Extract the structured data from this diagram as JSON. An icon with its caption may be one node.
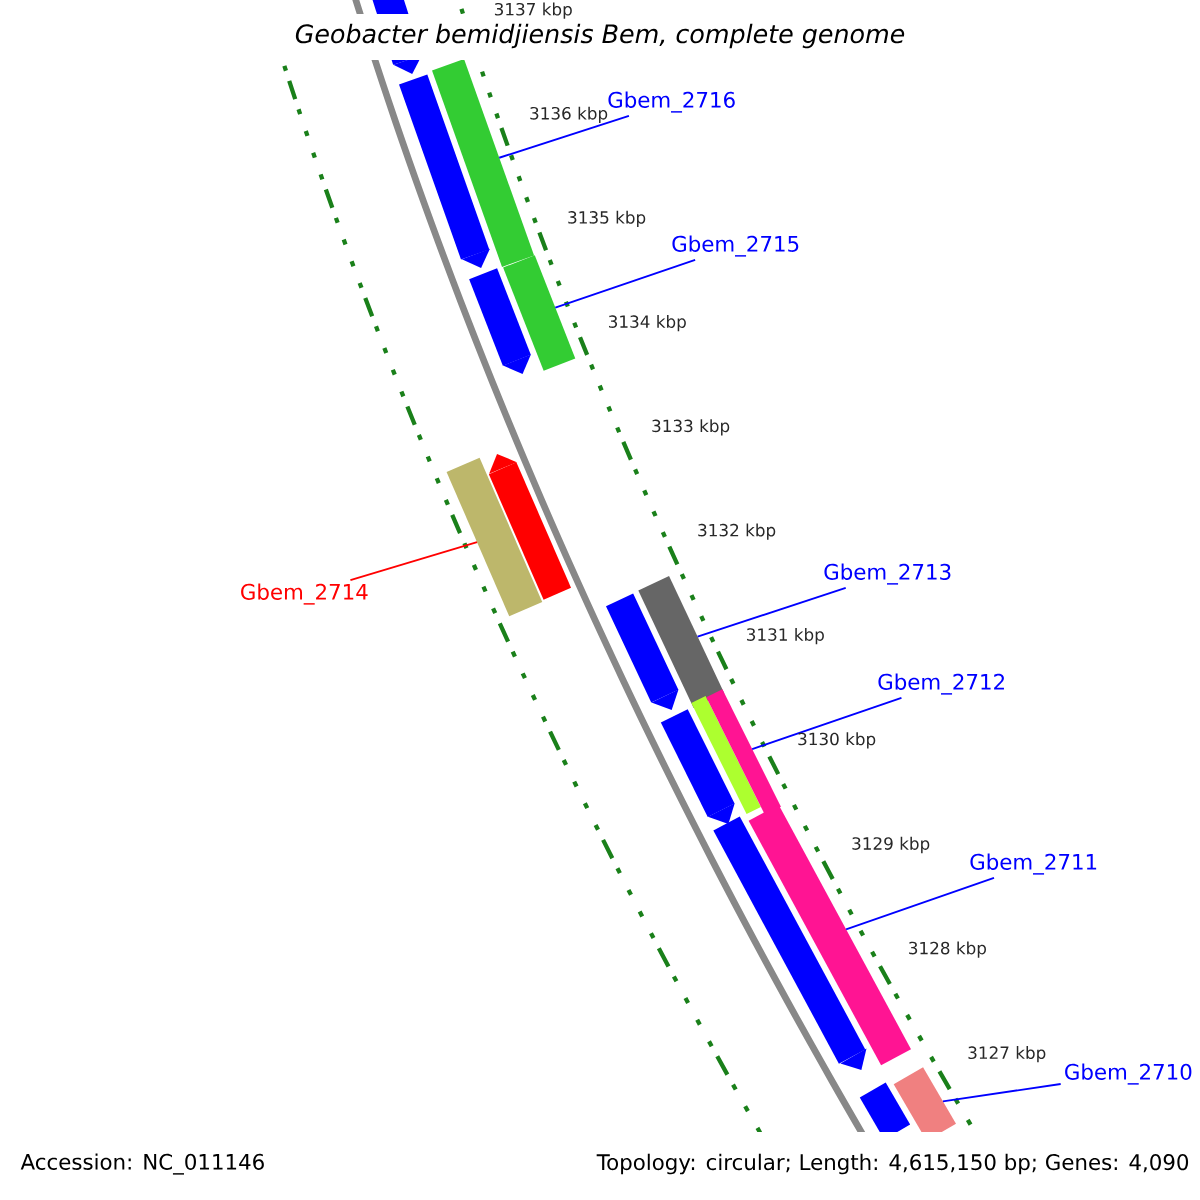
{
  "diagram": {
    "title": "Geobacter bemidjiensis Bem, complete genome",
    "nodes": [
      {
        "text": [],
        "shape": "bar"
      },
      {
        "text": [],
        "shape": "bar"
      },
      {
        "text": [],
        "shape": "bar"
      },
      {
        "text": [],
        "shape": "bar"
      },
      {
        "text": [],
        "shape": "bar"
      },
      {
        "text": [],
        "shape": "bar"
      },
      {
        "text": [],
        "shape": "bar"
      },
      {
        "text": [],
        "shape": "bar"
      },
      {
        "text": [],
        "shape": "bar"
      },
      {
        "text": [],
        "shape": "bar"
      },
      {
        "text": [],
        "shape": "bar"
      },
      {
        "text": [],
        "shape": "bar"
      },
      {
        "text": [],
        "shape": "bar"
      },
      {
        "text": [],
        "shape": "bar"
      },
      {
        "text": [],
        "shape": "bar"
      },
      {
        "text": [],
        "shape": "bar"
      },
      {
        "text": [
          "Gbem_2716"
        ]
      },
      {
        "text": [
          "Gbem_2715"
        ]
      },
      {
        "text": [
          "Gbem_2714"
        ]
      },
      {
        "text": [
          "Gbem_2713"
        ]
      },
      {
        "text": [
          "Gbem_2712"
        ]
      },
      {
        "text": [
          "Gbem_2711"
        ]
      },
      {
        "text": [
          "Gbem_2710"
        ]
      }
    ],
    "edges": [
      {
        "from": 16,
        "to": 1,
        "arrow": "none"
      },
      {
        "from": 17,
        "to": 3,
        "arrow": "none"
      },
      {
        "from": 18,
        "to": 5,
        "arrow": "none",
        "color": "#ff0000"
      },
      {
        "from": 19,
        "to": 8,
        "arrow": "none"
      },
      {
        "from": 20,
        "to": 11,
        "arrow": "none"
      },
      {
        "from": 21,
        "to": 12,
        "arrow": "none"
      },
      {
        "from": 22,
        "to": 14,
        "arrow": "none"
      }
    ],
    "labels": [
      "3137 kbp",
      "3136 kbp",
      "3135 kbp",
      "3134 kbp",
      "3133 kbp",
      "3132 kbp",
      "3131 kbp",
      "3130 kbp",
      "3129 kbp",
      "3128 kbp",
      "3127 kbp",
      "Accession: NC_011146",
      "Topology: circular; Length: 4,615,150 bp; Genes: 4,090"
    ]
  }
}
